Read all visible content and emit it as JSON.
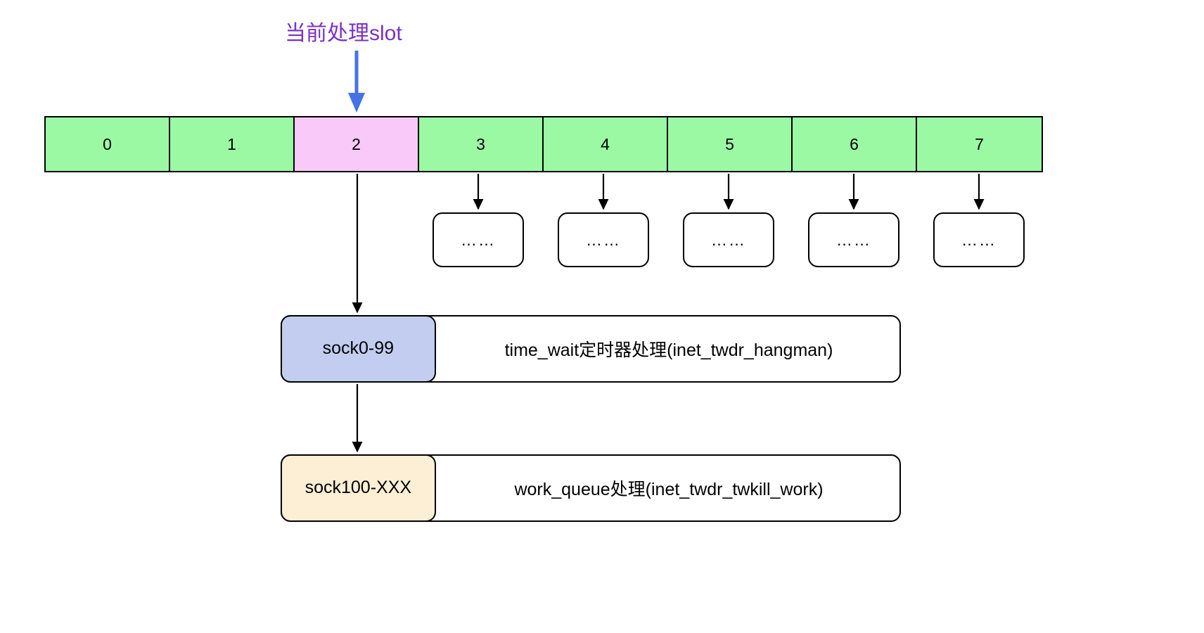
{
  "diagram": {
    "title_label": "当前处理slot",
    "colors": {
      "label_purple": "#7a32c4",
      "pointer_blue": "#4472e8",
      "slot_green": "#9bf9a4",
      "slot_active_pink": "#f9c9f9",
      "sock0_blue": "#c2cdf0",
      "sock100_cream": "#fcefd5",
      "stroke_black": "#000000"
    },
    "slots": [
      {
        "label": "0",
        "active": false
      },
      {
        "label": "1",
        "active": false
      },
      {
        "label": "2",
        "active": true
      },
      {
        "label": "3",
        "active": false
      },
      {
        "label": "4",
        "active": false
      },
      {
        "label": "5",
        "active": false
      },
      {
        "label": "6",
        "active": false
      },
      {
        "label": "7",
        "active": false
      }
    ],
    "dots_boxes": [
      {
        "label": "……",
        "from_slot": "3"
      },
      {
        "label": "……",
        "from_slot": "4"
      },
      {
        "label": "……",
        "from_slot": "5"
      },
      {
        "label": "……",
        "from_slot": "6"
      },
      {
        "label": "……",
        "from_slot": "7"
      }
    ],
    "chains": [
      {
        "tag": "sock0-99",
        "description": "time_wait定时器处理(inet_twdr_hangman)"
      },
      {
        "tag": "sock100-XXX",
        "description": "work_queue处理(inet_twdr_twkill_work)"
      }
    ]
  }
}
